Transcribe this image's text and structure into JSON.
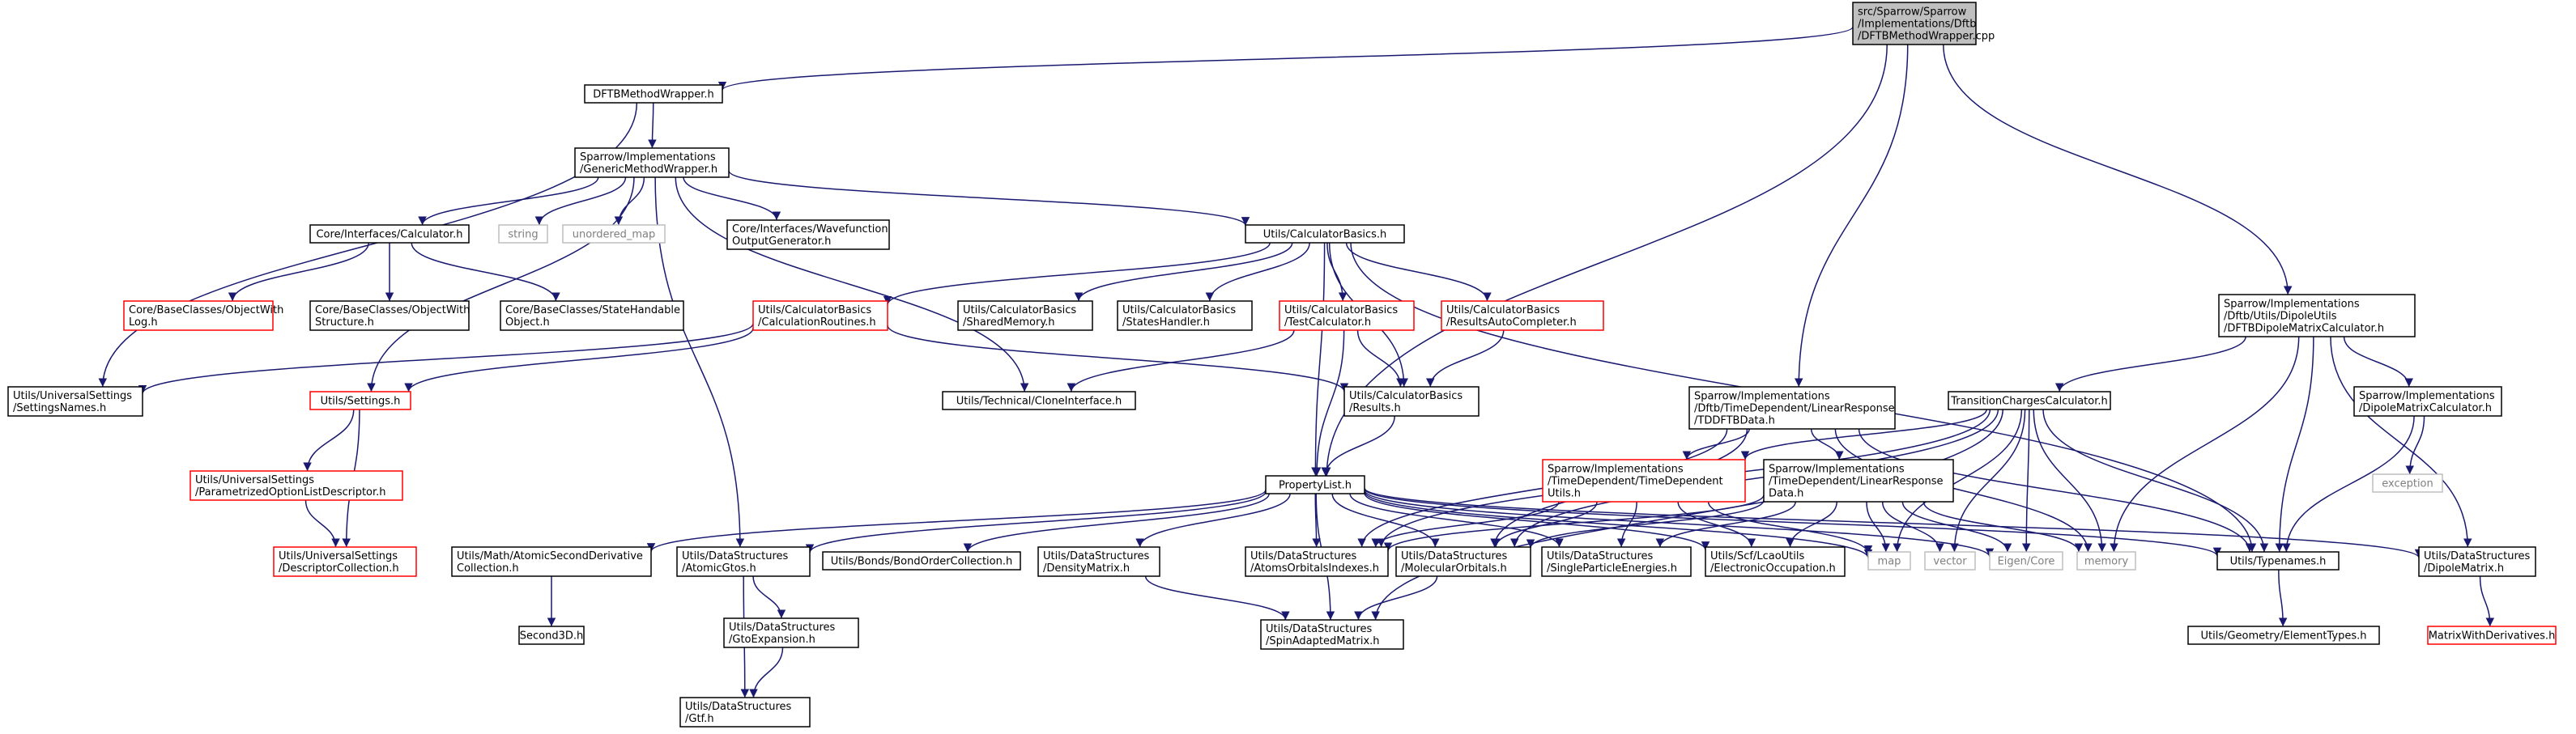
{
  "colors": {
    "edge": "#191970",
    "node_border": "#000000",
    "root_fill": "#bfbfbf",
    "missing_border": "#ff0000",
    "external_border": "#bfbfbf",
    "external_text": "#7f7f7f",
    "text": "#000000"
  },
  "nodes": [
    {
      "id": "root",
      "lines": [
        "src/Sparrow/Sparrow",
        "/Implementations/Dftb",
        "/DFTBMethodWrapper.cpp"
      ],
      "kind": "root"
    },
    {
      "id": "mw",
      "lines": [
        "DFTBMethodWrapper.h"
      ],
      "kind": "normal"
    },
    {
      "id": "gmw",
      "lines": [
        "Sparrow/Implementations",
        "/GenericMethodWrapper.h"
      ],
      "kind": "normal"
    },
    {
      "id": "calc",
      "lines": [
        "Core/Interfaces/Calculator.h"
      ],
      "kind": "normal"
    },
    {
      "id": "string",
      "lines": [
        "string"
      ],
      "kind": "external"
    },
    {
      "id": "umap",
      "lines": [
        "unordered_map"
      ],
      "kind": "external"
    },
    {
      "id": "wfog",
      "lines": [
        "Core/Interfaces/Wavefunction",
        "OutputGenerator.h"
      ],
      "kind": "normal"
    },
    {
      "id": "cbasics",
      "lines": [
        "Utils/CalculatorBasics.h"
      ],
      "kind": "normal"
    },
    {
      "id": "owlog",
      "lines": [
        "Core/BaseClasses/ObjectWith",
        "Log.h"
      ],
      "kind": "missing"
    },
    {
      "id": "owstruct",
      "lines": [
        "Core/BaseClasses/ObjectWith",
        "Structure.h"
      ],
      "kind": "normal"
    },
    {
      "id": "statehand",
      "lines": [
        "Core/BaseClasses/StateHandable",
        "Object.h"
      ],
      "kind": "normal"
    },
    {
      "id": "calcroutines",
      "lines": [
        "Utils/CalculatorBasics",
        "/CalculationRoutines.h"
      ],
      "kind": "missing"
    },
    {
      "id": "sharedmem",
      "lines": [
        "Utils/CalculatorBasics",
        "/SharedMemory.h"
      ],
      "kind": "normal"
    },
    {
      "id": "stateshandler",
      "lines": [
        "Utils/CalculatorBasics",
        "/StatesHandler.h"
      ],
      "kind": "normal"
    },
    {
      "id": "testcalc",
      "lines": [
        "Utils/CalculatorBasics",
        "/TestCalculator.h"
      ],
      "kind": "missing"
    },
    {
      "id": "resautocomp",
      "lines": [
        "Utils/CalculatorBasics",
        "/ResultsAutoCompleter.h"
      ],
      "kind": "missing"
    },
    {
      "id": "settingsnames",
      "lines": [
        "Utils/UniversalSettings",
        "/SettingsNames.h"
      ],
      "kind": "normal"
    },
    {
      "id": "settings",
      "lines": [
        "Utils/Settings.h"
      ],
      "kind": "missing"
    },
    {
      "id": "cloneiface",
      "lines": [
        "Utils/Technical/CloneInterface.h"
      ],
      "kind": "normal"
    },
    {
      "id": "results",
      "lines": [
        "Utils/CalculatorBasics",
        "/Results.h"
      ],
      "kind": "normal"
    },
    {
      "id": "tddftb",
      "lines": [
        "Sparrow/Implementations",
        "/Dftb/TimeDependent/LinearResponse",
        "/TDDFTBData.h"
      ],
      "kind": "normal"
    },
    {
      "id": "tcc",
      "lines": [
        "TransitionChargesCalculator.h"
      ],
      "kind": "normal"
    },
    {
      "id": "dipolecalc",
      "lines": [
        "Sparrow/Implementations",
        "/Dftb/Utils/DipoleUtils",
        "/DFTBDipoleMatrixCalculator.h"
      ],
      "kind": "normal"
    },
    {
      "id": "dipmatcalc",
      "lines": [
        "Sparrow/Implementations",
        "/DipoleMatrixCalculator.h"
      ],
      "kind": "normal"
    },
    {
      "id": "exception",
      "lines": [
        "exception"
      ],
      "kind": "external"
    },
    {
      "id": "podesc",
      "lines": [
        "Utils/UniversalSettings",
        "/ParametrizedOptionListDescriptor.h"
      ],
      "kind": "missing"
    },
    {
      "id": "desccoll",
      "lines": [
        "Utils/UniversalSettings",
        "/DescriptorCollection.h"
      ],
      "kind": "missing"
    },
    {
      "id": "proplist",
      "lines": [
        "PropertyList.h"
      ],
      "kind": "normal"
    },
    {
      "id": "tdutils",
      "lines": [
        "Sparrow/Implementations",
        "/TimeDependent/TimeDependent",
        "Utils.h"
      ],
      "kind": "missing"
    },
    {
      "id": "lrdata",
      "lines": [
        "Sparrow/Implementations",
        "/TimeDependent/LinearResponse",
        "Data.h"
      ],
      "kind": "normal"
    },
    {
      "id": "atomicsecder",
      "lines": [
        "Utils/Math/AtomicSecondDerivative",
        "Collection.h"
      ],
      "kind": "normal"
    },
    {
      "id": "atomicgtos",
      "lines": [
        "Utils/DataStructures",
        "/AtomicGtos.h"
      ],
      "kind": "normal"
    },
    {
      "id": "bondorder",
      "lines": [
        "Utils/Bonds/BondOrderCollection.h"
      ],
      "kind": "normal"
    },
    {
      "id": "densitymat",
      "lines": [
        "Utils/DataStructures",
        "/DensityMatrix.h"
      ],
      "kind": "normal"
    },
    {
      "id": "aoidx",
      "lines": [
        "Utils/DataStructures",
        "/AtomsOrbitalsIndexes.h"
      ],
      "kind": "normal"
    },
    {
      "id": "molorb",
      "lines": [
        "Utils/DataStructures",
        "/MolecularOrbitals.h"
      ],
      "kind": "normal"
    },
    {
      "id": "spe",
      "lines": [
        "Utils/DataStructures",
        "/SingleParticleEnergies.h"
      ],
      "kind": "normal"
    },
    {
      "id": "elocc",
      "lines": [
        "Utils/Scf/LcaoUtils",
        "/ElectronicOccupation.h"
      ],
      "kind": "normal"
    },
    {
      "id": "map",
      "lines": [
        "map"
      ],
      "kind": "external"
    },
    {
      "id": "vector",
      "lines": [
        "vector"
      ],
      "kind": "external"
    },
    {
      "id": "eigen",
      "lines": [
        "Eigen/Core"
      ],
      "kind": "external"
    },
    {
      "id": "memory",
      "lines": [
        "memory"
      ],
      "kind": "external"
    },
    {
      "id": "typenames",
      "lines": [
        "Utils/Typenames.h"
      ],
      "kind": "normal"
    },
    {
      "id": "dipolemat",
      "lines": [
        "Utils/DataStructures",
        "/DipoleMatrix.h"
      ],
      "kind": "normal"
    },
    {
      "id": "second3d",
      "lines": [
        "Second3D.h"
      ],
      "kind": "normal"
    },
    {
      "id": "gtoexp",
      "lines": [
        "Utils/DataStructures",
        "/GtoExpansion.h"
      ],
      "kind": "normal"
    },
    {
      "id": "gtf",
      "lines": [
        "Utils/DataStructures",
        "/Gtf.h"
      ],
      "kind": "normal"
    },
    {
      "id": "sam",
      "lines": [
        "Utils/DataStructures",
        "/SpinAdaptedMatrix.h"
      ],
      "kind": "normal"
    },
    {
      "id": "elemtypes",
      "lines": [
        "Utils/Geometry/ElementTypes.h"
      ],
      "kind": "normal"
    },
    {
      "id": "mwd",
      "lines": [
        "MatrixWithDerivatives.h"
      ],
      "kind": "missing"
    }
  ],
  "edges": [
    [
      "root",
      "mw"
    ],
    [
      "root",
      "proplist"
    ],
    [
      "root",
      "tddftb"
    ],
    [
      "root",
      "dipolecalc"
    ],
    [
      "mw",
      "gmw"
    ],
    [
      "mw",
      "settingsnames"
    ],
    [
      "gmw",
      "calc"
    ],
    [
      "gmw",
      "string"
    ],
    [
      "gmw",
      "umap"
    ],
    [
      "gmw",
      "wfog"
    ],
    [
      "gmw",
      "cbasics"
    ],
    [
      "gmw",
      "settings"
    ],
    [
      "gmw",
      "atomicgtos"
    ],
    [
      "gmw",
      "cloneiface"
    ],
    [
      "calc",
      "owlog"
    ],
    [
      "calc",
      "owstruct"
    ],
    [
      "calc",
      "statehand"
    ],
    [
      "cbasics",
      "calcroutines"
    ],
    [
      "cbasics",
      "sharedmem"
    ],
    [
      "cbasics",
      "stateshandler"
    ],
    [
      "cbasics",
      "testcalc"
    ],
    [
      "cbasics",
      "resautocomp"
    ],
    [
      "cbasics",
      "results"
    ],
    [
      "cbasics",
      "proplist"
    ],
    [
      "cbasics",
      "typenames"
    ],
    [
      "calcroutines",
      "settingsnames"
    ],
    [
      "calcroutines",
      "settings"
    ],
    [
      "calcroutines",
      "results"
    ],
    [
      "testcalc",
      "cloneiface"
    ],
    [
      "testcalc",
      "results"
    ],
    [
      "testcalc",
      "proplist"
    ],
    [
      "resautocomp",
      "results"
    ],
    [
      "results",
      "proplist"
    ],
    [
      "settings",
      "podesc"
    ],
    [
      "settings",
      "desccoll"
    ],
    [
      "podesc",
      "desccoll"
    ],
    [
      "tddftb",
      "tdutils"
    ],
    [
      "tddftb",
      "lrdata"
    ],
    [
      "tddftb",
      "aoidx"
    ],
    [
      "tddftb",
      "molorb"
    ],
    [
      "tddftb",
      "typenames"
    ],
    [
      "tddftb",
      "memory"
    ],
    [
      "tcc",
      "tdutils"
    ],
    [
      "tcc",
      "aoidx"
    ],
    [
      "tcc",
      "molorb"
    ],
    [
      "tcc",
      "map"
    ],
    [
      "tcc",
      "vector"
    ],
    [
      "tcc",
      "eigen"
    ],
    [
      "tcc",
      "memory"
    ],
    [
      "tcc",
      "typenames"
    ],
    [
      "tcc",
      "sam"
    ],
    [
      "dipolecalc",
      "tcc"
    ],
    [
      "dipolecalc",
      "dipmatcalc"
    ],
    [
      "dipolecalc",
      "typenames"
    ],
    [
      "dipolecalc",
      "memory"
    ],
    [
      "dipolecalc",
      "dipolemat"
    ],
    [
      "dipmatcalc",
      "exception"
    ],
    [
      "dipmatcalc",
      "typenames"
    ],
    [
      "tdutils",
      "aoidx"
    ],
    [
      "tdutils",
      "molorb"
    ],
    [
      "tdutils",
      "spe"
    ],
    [
      "tdutils",
      "elocc"
    ],
    [
      "tdutils",
      "map"
    ],
    [
      "lrdata",
      "spe"
    ],
    [
      "lrdata",
      "elocc"
    ],
    [
      "lrdata",
      "map"
    ],
    [
      "lrdata",
      "vector"
    ],
    [
      "lrdata",
      "eigen"
    ],
    [
      "lrdata",
      "memory"
    ],
    [
      "lrdata",
      "aoidx"
    ],
    [
      "lrdata",
      "molorb"
    ],
    [
      "proplist",
      "atomicsecder"
    ],
    [
      "proplist",
      "atomicgtos"
    ],
    [
      "proplist",
      "bondorder"
    ],
    [
      "proplist",
      "densitymat"
    ],
    [
      "proplist",
      "aoidx"
    ],
    [
      "proplist",
      "molorb"
    ],
    [
      "proplist",
      "spe"
    ],
    [
      "proplist",
      "elocc"
    ],
    [
      "proplist",
      "typenames"
    ],
    [
      "proplist",
      "dipolemat"
    ],
    [
      "proplist",
      "sam"
    ],
    [
      "proplist",
      "map"
    ],
    [
      "proplist",
      "eigen"
    ],
    [
      "atomicsecder",
      "second3d"
    ],
    [
      "atomicgtos",
      "gtoexp"
    ],
    [
      "atomicgtos",
      "gtf"
    ],
    [
      "gtoexp",
      "gtf"
    ],
    [
      "densitymat",
      "sam"
    ],
    [
      "molorb",
      "sam"
    ],
    [
      "typenames",
      "elemtypes"
    ],
    [
      "dipolemat",
      "mwd"
    ]
  ]
}
